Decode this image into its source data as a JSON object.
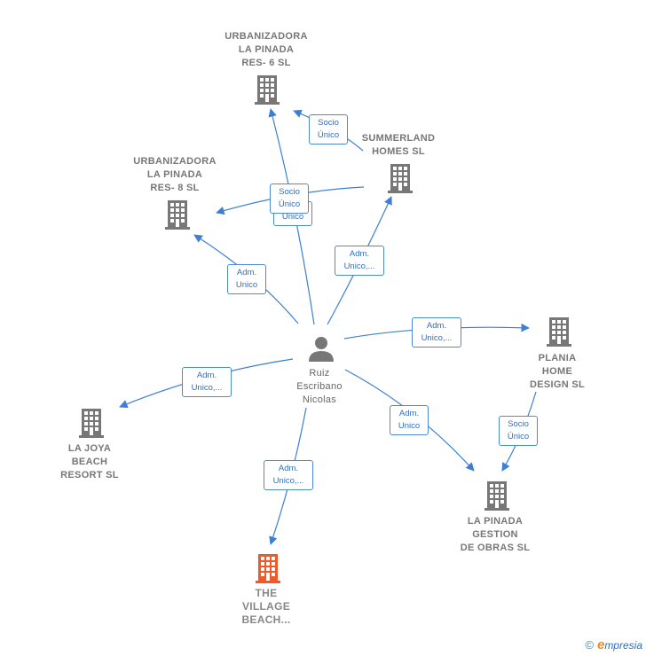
{
  "colors": {
    "edge": "#3d7fd4",
    "building": "#777777",
    "building_focus": "#f05a28",
    "person": "#777777"
  },
  "nodes": {
    "urb6": {
      "lines": [
        "URBANIZADORA",
        "LA PINADA",
        "RES- 6  SL"
      ],
      "icon": "building-icon"
    },
    "urb8": {
      "lines": [
        "URBANIZADORA",
        "LA PINADA",
        "RES- 8  SL"
      ],
      "icon": "building-icon"
    },
    "summerland": {
      "lines": [
        "SUMMERLAND",
        "HOMES  SL"
      ],
      "icon": "building-icon"
    },
    "planiahome": {
      "lines": [
        "PLANIA",
        "HOME",
        "DESIGN  SL"
      ],
      "icon": "building-icon"
    },
    "lajoya": {
      "lines": [
        "LA JOYA",
        "BEACH",
        "RESORT  SL"
      ],
      "icon": "building-icon"
    },
    "lapinada": {
      "lines": [
        "LA PINADA",
        "GESTION",
        "DE OBRAS  SL"
      ],
      "icon": "building-icon"
    },
    "village": {
      "lines": [
        "THE",
        "VILLAGE",
        "BEACH..."
      ],
      "icon": "building-icon"
    },
    "person": {
      "lines": [
        "Ruiz",
        "Escribano",
        "Nicolas"
      ],
      "icon": "person-icon"
    }
  },
  "edge_labels": {
    "socio_unico_summer_urb6": [
      "Socio",
      "Único"
    ],
    "socio_unico_summer_urb8": [
      "Socio",
      "Único"
    ],
    "unico_person_urb6": [
      "Unico"
    ],
    "adm_unico_person_urb8": [
      "Adm.",
      "Unico"
    ],
    "adm_unico_person_summer": [
      "Adm.",
      "Unico,..."
    ],
    "adm_unico_person_plania": [
      "Adm.",
      "Unico,..."
    ],
    "adm_unico_person_lajoya": [
      "Adm.",
      "Unico,..."
    ],
    "adm_unico_person_lapinada": [
      "Adm.",
      "Unico"
    ],
    "socio_unico_plania_lapinada": [
      "Socio",
      "Único"
    ],
    "adm_unico_person_village": [
      "Adm.",
      "Unico,..."
    ]
  },
  "footer": {
    "copyright": "©",
    "brand_initial": "e",
    "brand_rest": "mpresia"
  }
}
